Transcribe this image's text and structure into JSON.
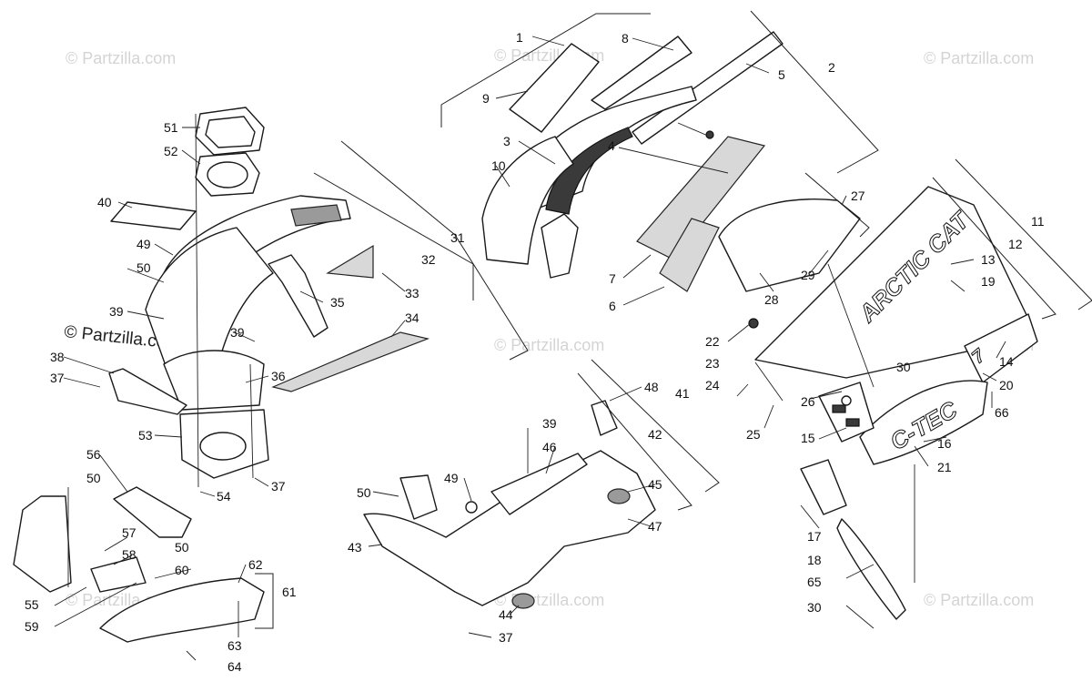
{
  "watermark": {
    "faint_text": "© Partzilla.com",
    "dark_text": "© Partzilla.com"
  },
  "decals": {
    "brand": "ARCTIC CAT",
    "model": "C-TEC",
    "number": "7"
  },
  "colors": {
    "line": "#1a1a1a",
    "watermark": "#d4d4d4",
    "pad": "#d8d8d8"
  },
  "labels": {
    "n1": "1",
    "n2": "2",
    "n3": "3",
    "n4": "4",
    "n5": "5",
    "n6": "6",
    "n7": "7",
    "n8": "8",
    "n9": "9",
    "n10": "10",
    "n11": "11",
    "n12": "12",
    "n13": "13",
    "n14": "14",
    "n15": "15",
    "n16": "16",
    "n17": "17",
    "n18": "18",
    "n19": "19",
    "n20": "20",
    "n21": "21",
    "n22": "22",
    "n23": "23",
    "n24": "24",
    "n25": "25",
    "n26": "26",
    "n27": "27",
    "n28": "28",
    "n29": "29",
    "n30a": "30",
    "n30b": "30",
    "n31": "31",
    "n32": "32",
    "n33": "33",
    "n34": "34",
    "n35": "35",
    "n36": "36",
    "n37a": "37",
    "n37b": "37",
    "n37c": "37",
    "n38": "38",
    "n39a": "39",
    "n39b": "39",
    "n39c": "39",
    "n40": "40",
    "n41": "41",
    "n42": "42",
    "n43": "43",
    "n44": "44",
    "n45": "45",
    "n46": "46",
    "n47": "47",
    "n48": "48",
    "n49a": "49",
    "n49b": "49",
    "n50a": "50",
    "n50b": "50",
    "n50c": "50",
    "n50d": "50",
    "n51": "51",
    "n52": "52",
    "n53": "53",
    "n54": "54",
    "n55": "55",
    "n56": "56",
    "n57": "57",
    "n58": "58",
    "n59": "59",
    "n60": "60",
    "n61": "61",
    "n62": "62",
    "n63": "63",
    "n64": "64",
    "n65": "65",
    "n66": "66"
  }
}
